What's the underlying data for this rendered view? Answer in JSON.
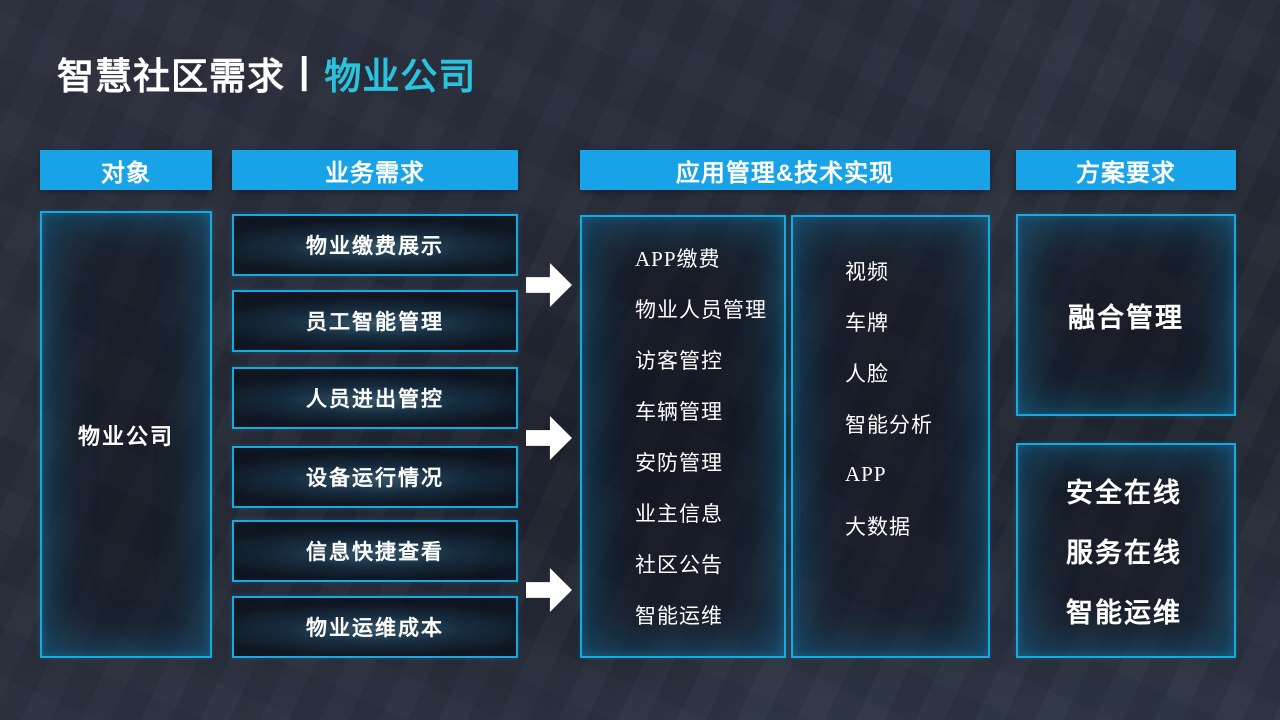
{
  "title": {
    "prefix": "智慧社区需求",
    "separator": "|",
    "highlight": "物业公司"
  },
  "colors": {
    "header_blue": "#18a3e8",
    "border_cyan": "#15abe0",
    "title_cyan": "#2ac3dd",
    "arrow_white": "#ffffff",
    "background_navy": "#272c39"
  },
  "columns": {
    "objects": {
      "header": "对象",
      "item": "物业公司"
    },
    "requirements": {
      "header": "业务需求",
      "items": [
        "物业缴费展示",
        "员工智能管理",
        "人员进出管控",
        "设备运行情况",
        "信息快捷查看",
        "物业运维成本"
      ]
    },
    "applications": {
      "header": "应用管理&技术实现",
      "app_items": [
        "APP缴费",
        "物业人员管理",
        "访客管控",
        "车辆管理",
        "安防管理",
        "业主信息",
        "社区公告",
        "智能运维"
      ],
      "tech_items": [
        "视频",
        "车牌",
        "人脸",
        "智能分析",
        "APP",
        "大数据"
      ]
    },
    "solution": {
      "header": "方案要求",
      "box1": "融合管理",
      "box2_items": [
        "安全在线",
        "服务在线",
        "智能运维"
      ]
    }
  },
  "icons": {
    "flow_arrow": "arrow-right-icon"
  }
}
